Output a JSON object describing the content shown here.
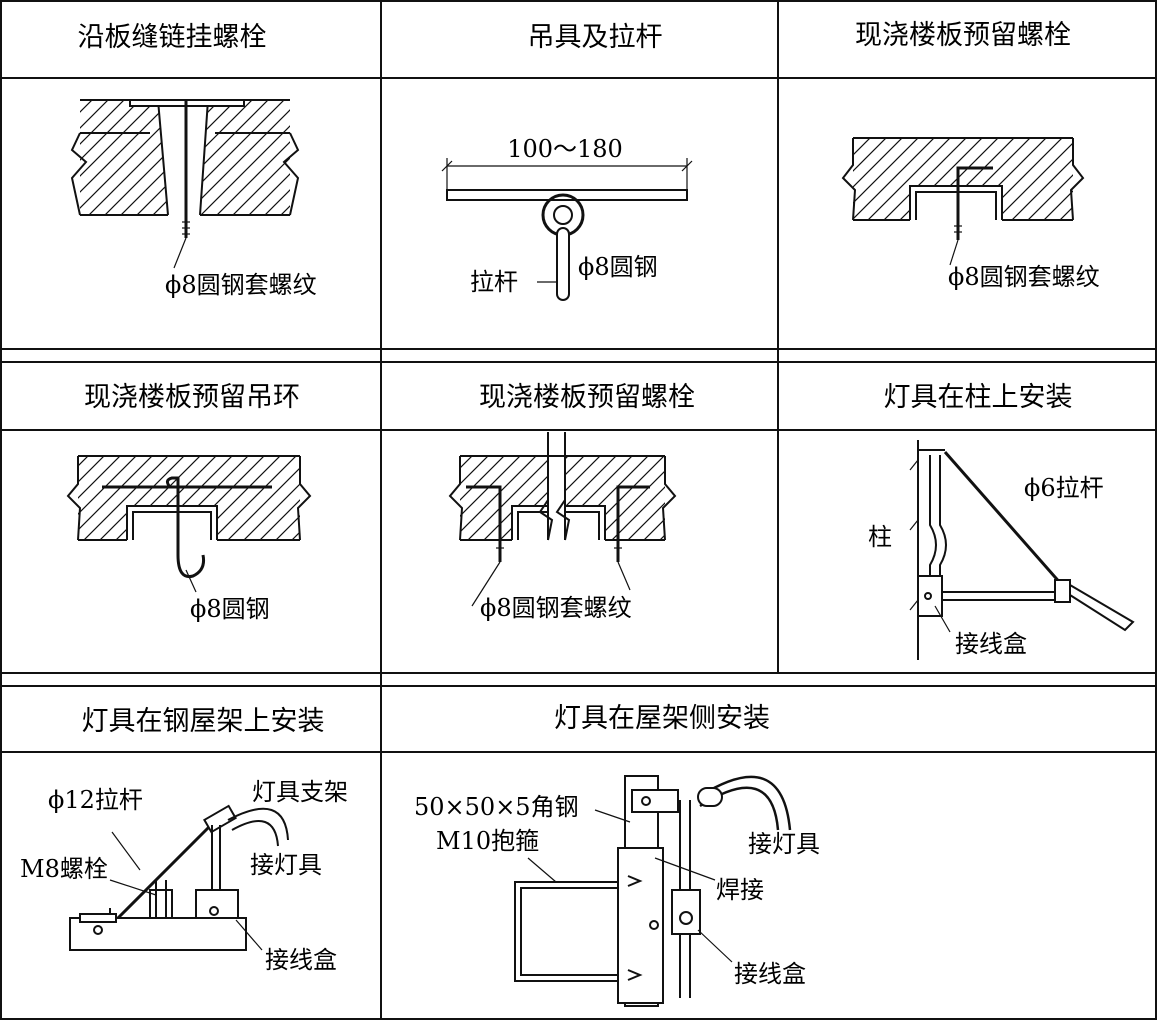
{
  "headers": {
    "r1c1": "沿板缝链挂螺栓",
    "r1c2": "吊具及拉杆",
    "r1c3": "现浇楼板预留螺栓",
    "r2c1": "现浇楼板预留吊环",
    "r2c2": "现浇楼板预留螺栓",
    "r2c3": "灯具在柱上安装",
    "r3c1": "灯具在钢屋架上安装",
    "r3c2": "灯具在屋架侧安装"
  },
  "labels": {
    "r1c1_rod": "ϕ8圆钢套螺纹",
    "r1c2_dim": "100～180",
    "r1c2_rod": "ϕ8圆钢",
    "r1c2_pull": "拉杆",
    "r1c3_rod": "ϕ8圆钢套螺纹",
    "r2c1_rod": "ϕ8圆钢",
    "r2c2_rod": "ϕ8圆钢套螺纹",
    "r2c3_rod": "ϕ6拉杆",
    "r2c3_col": "柱",
    "r2c3_box": "接线盒",
    "r3c1_rod": "ϕ12拉杆",
    "r3c1_support": "灯具支架",
    "r3c1_bolt": "M8螺栓",
    "r3c1_lamp": "接灯具",
    "r3c1_box": "接线盒",
    "r3c2_angle": "50×50×5角钢",
    "r3c2_clamp": "M10抱箍",
    "r3c2_lamp": "接灯具",
    "r3c2_weld": "焊接",
    "r3c2_box": "接线盒"
  }
}
